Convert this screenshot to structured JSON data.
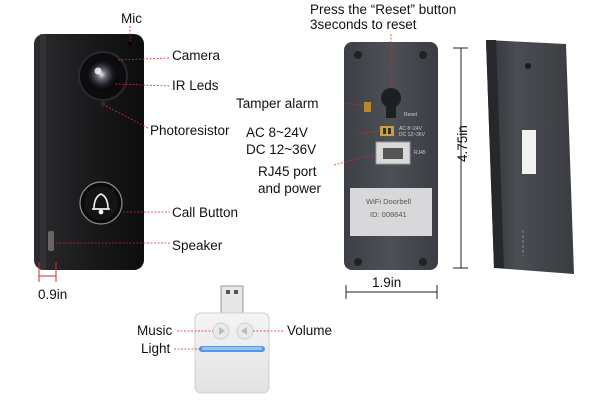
{
  "labels": {
    "mic": "Mic",
    "camera": "Camera",
    "ir_leds": "IR Leds",
    "photoresistor": "Photoresistor",
    "call_button": "Call Button",
    "speaker": "Speaker",
    "depth": "0.9in",
    "reset_line1": "Press the “Reset” button",
    "reset_line2": "3seconds to reset",
    "tamper_alarm": "Tamper alarm",
    "ac_power": "AC 8~24V",
    "dc_power": "DC 12~36V",
    "rj45_line1": "RJ45 port",
    "rj45_line2": "and power",
    "width": "1.9in",
    "height": "4.75in",
    "music": "Music",
    "light": "Light",
    "volume": "Volume"
  },
  "back_panel": {
    "reset_tag": "Reset",
    "power_tag_ac": "AC 8~24V",
    "power_tag_dc": "DC 12~36V",
    "rj45_tag": "RJ45",
    "plate_title": "WiFi Doorbell",
    "plate_id": "ID: 008641"
  },
  "colors": {
    "leader_line": "#d9262b",
    "device_body": "#1b1b1d",
    "back_panel": "#44474c",
    "chime_light": "#3d86e6"
  },
  "icons": {
    "doorbell_button": "bell-icon"
  }
}
